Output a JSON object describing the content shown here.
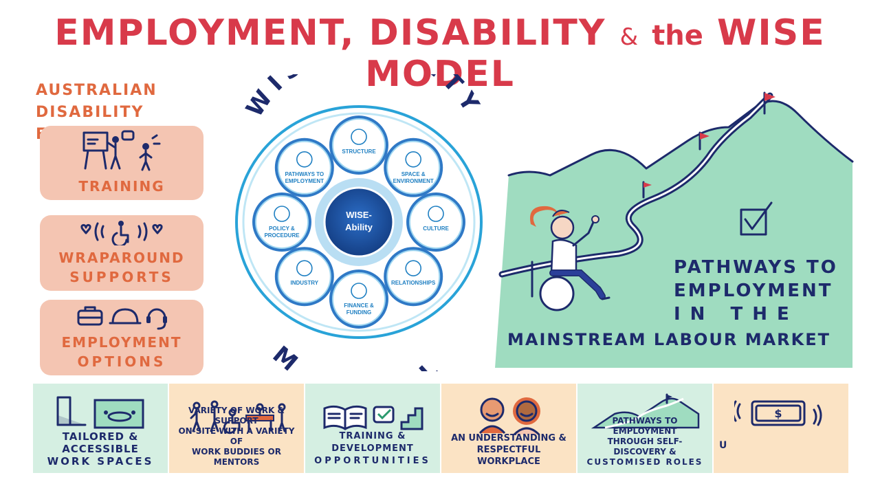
{
  "title": {
    "part1": "EMPLOYMENT, DISABILITY",
    "amp": "&",
    "the": "the",
    "part2": "WISE MODEL"
  },
  "left": {
    "heading_line1": "AUSTRALIAN DISABILITY",
    "heading_line2": "ENTERPRISES",
    "panels": [
      {
        "label_line1": "TRAINING",
        "label_line2": ""
      },
      {
        "label_line1": "WRAPAROUND",
        "label_line2": "SUPPORTS"
      },
      {
        "label_line1": "EMPLOYMENT",
        "label_line2": "OPTIONS"
      }
    ]
  },
  "model": {
    "top_text": "WISE-ABILITY",
    "bottom_text": "MODEL",
    "center_line1": "WISE-",
    "center_line2": "Ability",
    "petals": [
      {
        "label1": "STRUCTURE",
        "label2": "",
        "icon": "network-icon"
      },
      {
        "label1": "SPACE &",
        "label2": "ENVIRONMENT",
        "icon": "leaf-icon"
      },
      {
        "label1": "CULTURE",
        "label2": "",
        "icon": "heart-hands-icon"
      },
      {
        "label1": "RELATIONSHIPS",
        "label2": "",
        "icon": "handshake-icon"
      },
      {
        "label1": "FINANCE &",
        "label2": "FUNDING",
        "icon": "dollar-icon"
      },
      {
        "label1": "INDUSTRY",
        "label2": "",
        "icon": "factory-icon"
      },
      {
        "label1": "POLICY &",
        "label2": "PROCEDURE",
        "icon": "document-icon"
      },
      {
        "label1": "PATHWAYS TO",
        "label2": "EMPLOYMENT",
        "icon": "people-icon"
      }
    ],
    "colors": {
      "ring": "#29a3d8",
      "center": "#1a4fa0",
      "petal": "#ffffff"
    }
  },
  "right": {
    "pathways_line1": "PATHWAYS to",
    "pathways_line2": "EMPLOYMENT",
    "pathways_line3": "IN   THE",
    "mainstream": "MAINSTREAM LABOUR MARKET"
  },
  "strip": [
    {
      "line1": "TAILORED & ACCESSIBLE",
      "line2": "WORK SPACES",
      "line3": ""
    },
    {
      "line1": "VARIETY of WORK & SUPPORT",
      "line2": "ON-SITE with a VARIETY of",
      "line3": "WORK BUDDIES or MENTORS"
    },
    {
      "line1": "TRAINING & DEVELOPMENT",
      "line2": "OPPORTUNITIES",
      "line3": ""
    },
    {
      "line1": "AN UNDERSTANDING &",
      "line2": "RESPECTFUL WORKPLACE",
      "line3": ""
    },
    {
      "line1": "PATHWAYS to EMPLOYMENT",
      "line2": "THROUGH SELF-DISCOVERY &",
      "line3": "CUSTOMISED ROLES"
    },
    {
      "line1": "U",
      "line2": "",
      "line3": ""
    }
  ],
  "colors": {
    "title": "#d83a4a",
    "orange": "#e0693f",
    "navy": "#1d2a6b",
    "mint": "#9fdcc0",
    "peach": "#f4c5b2",
    "cream": "#fbe3c4"
  }
}
